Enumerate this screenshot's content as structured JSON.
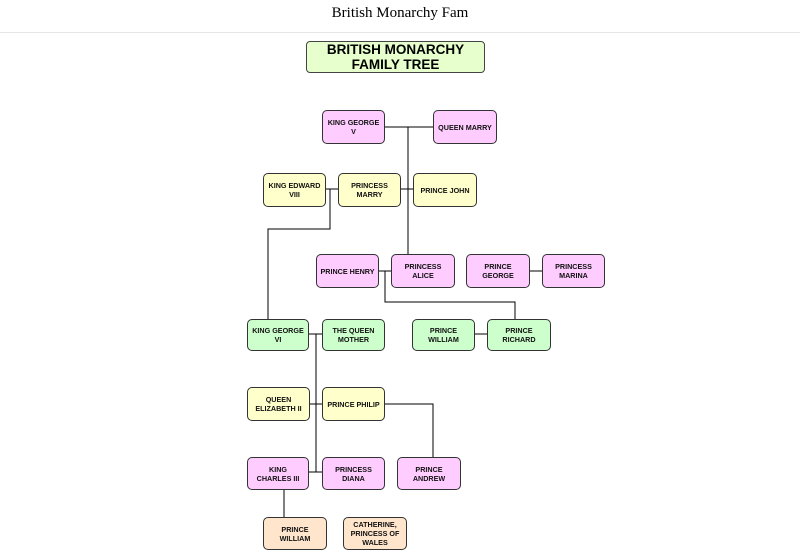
{
  "header": {
    "page_title": "British Monarchy Fam"
  },
  "tree": {
    "title": "BRITISH MONARCHY FAMILY TREE",
    "colors": {
      "pink": "#ffccff",
      "yellow": "#ffffcc",
      "green": "#ccffcc",
      "peach": "#ffe5cc",
      "title": "#e6ffcc"
    },
    "nodes": {
      "king_george_v": "KING GEORGE V",
      "queen_marry": "QUEEN MARRY",
      "king_edward_viii": "KING EDWARD VIII",
      "princess_marry": "PRINCESS MARRY",
      "prince_john": "PRINCE JOHN",
      "prince_henry": "PRINCE HENRY",
      "princess_alice": "PRINCESS ALICE",
      "prince_george": "PRINCE GEORGE",
      "princess_marina": "PRINCESS MARINA",
      "king_george_vi": "KING GEORGE VI",
      "the_queen_mother": "THE QUEEN MOTHER",
      "prince_william_1": "PRINCE WILLIAM",
      "prince_richard": "PRINCE RICHARD",
      "queen_elizabeth_ii": "QUEEN ELIZABETH II",
      "prince_philip": "PRINCE PHILIP",
      "king_charles_iii": "KING CHARLES III",
      "princess_diana": "PRINCESS DIANA",
      "prince_andrew": "PRINCE ANDREW",
      "prince_william_2": "PRINCE WILLIAM",
      "catherine": "CATHERINE, PRINCESS OF WALES"
    }
  }
}
